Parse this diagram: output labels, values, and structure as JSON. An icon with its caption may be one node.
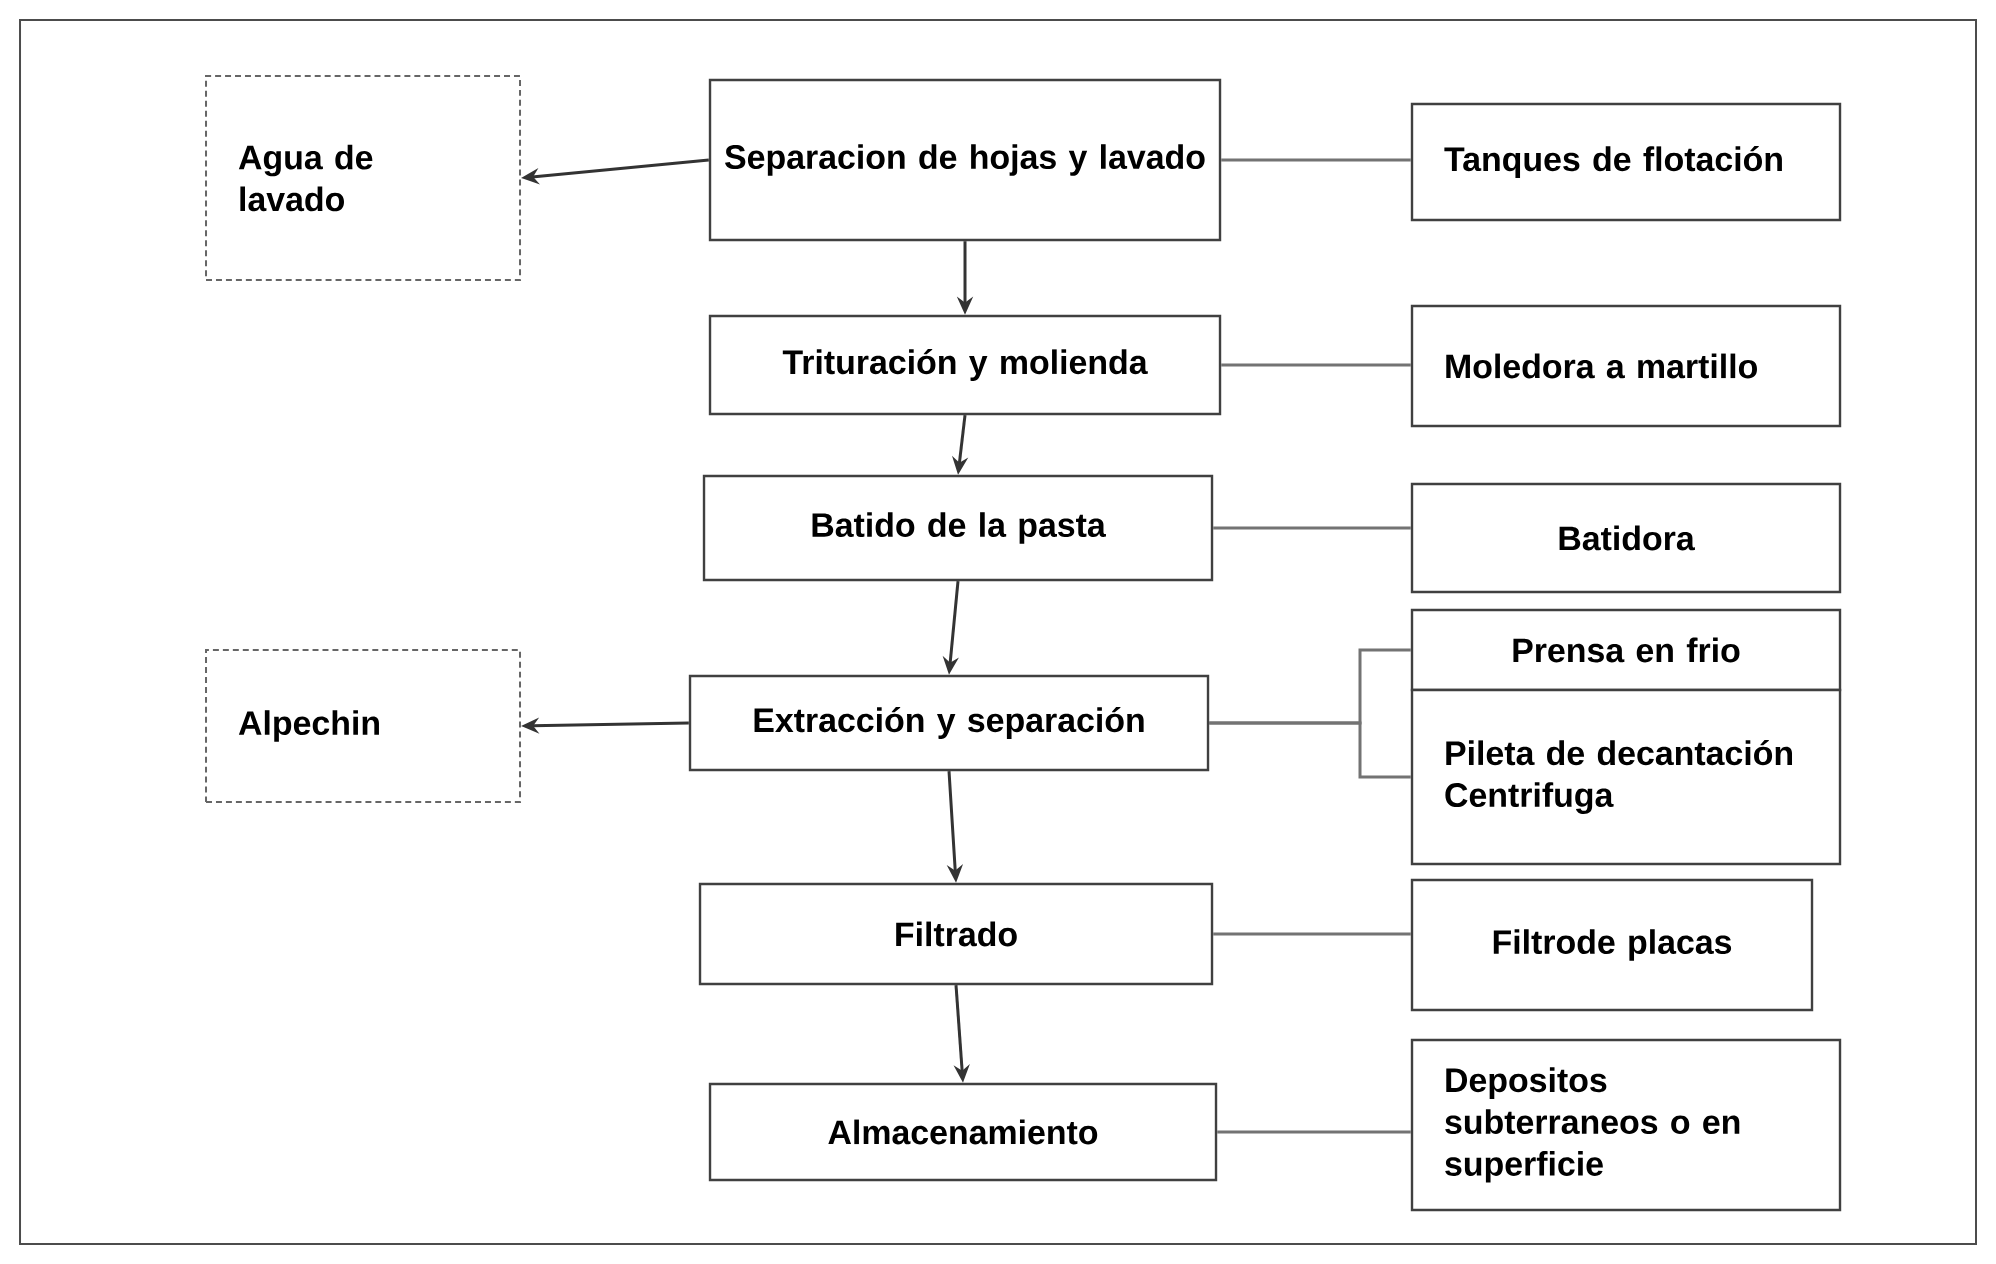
{
  "diagram": {
    "nodes": [
      {
        "text": [
          "Separacion de hojas y lavado"
        ]
      },
      {
        "text": [
          "Agua de lavado"
        ]
      },
      {
        "text": [
          "Tanques de flotación"
        ]
      },
      {
        "text": [
          "Trituración y molienda"
        ]
      },
      {
        "text": [
          "Moledora a martillo"
        ]
      },
      {
        "text": [
          "Batido de la pasta"
        ]
      },
      {
        "text": [
          "Batidora"
        ]
      },
      {
        "text": [
          "Extracción y separación"
        ]
      },
      {
        "text": [
          "Alpechin"
        ]
      },
      {
        "text": [
          "Prensa en frio"
        ]
      },
      {
        "text": [
          "Pileta de decantación Centrifuga"
        ]
      },
      {
        "text": [
          "Filtrado"
        ]
      },
      {
        "text": [
          "Filtrode placas"
        ]
      },
      {
        "text": [
          "Almacenamiento"
        ]
      },
      {
        "text": [
          "Depositos subterraneos o en superficie"
        ]
      }
    ],
    "edges": [
      {
        "from": 0,
        "to": 1,
        "arrow": "to"
      },
      {
        "from": 0,
        "to": 2,
        "arrow": "none"
      },
      {
        "from": 0,
        "to": 3,
        "arrow": "to"
      },
      {
        "from": 3,
        "to": 4,
        "arrow": "none"
      },
      {
        "from": 3,
        "to": 5,
        "arrow": "to"
      },
      {
        "from": 5,
        "to": 6,
        "arrow": "none"
      },
      {
        "from": 5,
        "to": 7,
        "arrow": "to"
      },
      {
        "from": 7,
        "to": 8,
        "arrow": "to"
      },
      {
        "from": 7,
        "to": 9,
        "arrow": "none"
      },
      {
        "from": 7,
        "to": 10,
        "arrow": "none"
      },
      {
        "from": 7,
        "to": 11,
        "arrow": "to"
      },
      {
        "from": 11,
        "to": 12,
        "arrow": "none"
      },
      {
        "from": 11,
        "to": 13,
        "arrow": "to"
      },
      {
        "from": 13,
        "to": 14,
        "arrow": "none"
      }
    ]
  }
}
